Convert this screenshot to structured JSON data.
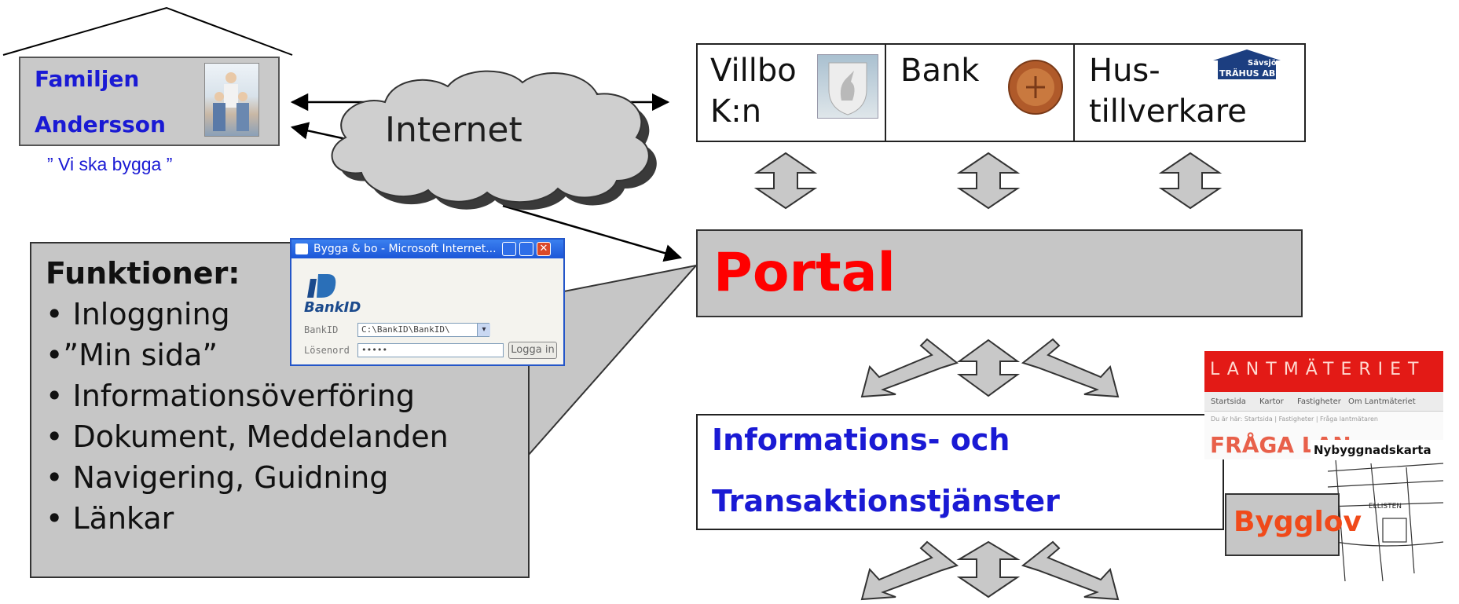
{
  "family": {
    "line1": "Familjen",
    "line2": "Andersson",
    "quote": "” Vi ska bygga ”"
  },
  "internet_label": "Internet",
  "functions": {
    "title": "Funktioner:",
    "items": [
      "• Inloggning",
      "•”Min sida”",
      "• Informationsöverföring",
      "• Dokument, Meddelanden",
      "• Navigering, Guidning",
      "• Länkar"
    ]
  },
  "dialog": {
    "title": "Bygga & bo - Microsoft Internet...",
    "logo_text": "BankID",
    "bankid_label": "BankID",
    "bankid_value": "C:\\BankID\\BankID\\",
    "password_label": "Lösenord",
    "password_value": "•••••",
    "login_button": "Logga in",
    "close_glyph": "✕"
  },
  "actors": [
    {
      "line1": "Villbo",
      "line2": "K:n",
      "icon": "unicorn-shield-icon"
    },
    {
      "line1": "Bank",
      "line2": "",
      "icon": "bank-coin-icon"
    },
    {
      "line1": "Hus-",
      "line2": "tillverkare",
      "icon": "house-roof-logo-icon",
      "logo_line1": "Sävsjö",
      "logo_line2": "TRÄHUS AB"
    }
  ],
  "portal_label": "Portal",
  "services": {
    "line1": "Informations- och",
    "line2": "Transaktionstjänster"
  },
  "lantmateriet": {
    "title": "LANTMÄTERIET",
    "nav": [
      "Startsida",
      "Kartor",
      "Fastigheter",
      "Om Lantmäteriet"
    ],
    "breadcrumb": "Du är här: Startsida | Fastigheter | Fråga lantmätaren",
    "fraga": "FRÅGA LAN",
    "map_title": "Nybyggnadskarta",
    "map_street": "ELLISTEN"
  },
  "bygglov_label": "Bygglov",
  "colors": {
    "blue_text": "#1a1ad4",
    "portal_red": "#ff0000",
    "box_gray": "#c6c6c6",
    "bygglov_orange": "#f04a1a"
  }
}
